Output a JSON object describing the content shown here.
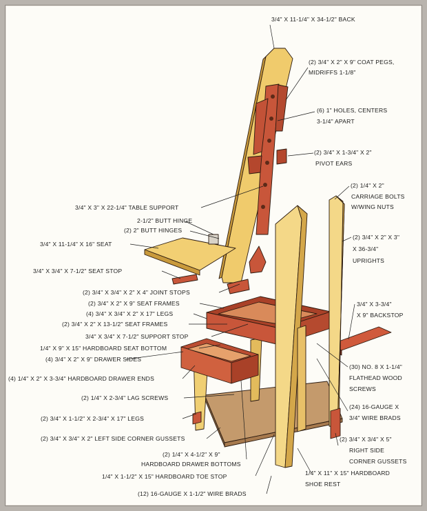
{
  "labels": {
    "back": "3/4\" X 11-1/4\" X 34-1/2\" BACK",
    "coat_pegs_1": "(2) 3/4\" X 2\" X 9\" COAT PEGS,",
    "coat_pegs_2": "MIDRIFFS 1-1/8\"",
    "holes_1": "(6) 1\" HOLES, CENTERS",
    "holes_2": "3-1/4\" APART",
    "pivot_ears_1": "(2) 3/4\" X 1-3/4\" X 2\"",
    "pivot_ears_2": "PIVOT EARS",
    "carriage_bolts_1": "(2) 1/4\" X 2\"",
    "carriage_bolts_2": "CARRIAGE BOLTS",
    "carriage_bolts_3": "W/WING NUTS",
    "table_support": "3/4\" X 3\" X 22-1/4\" TABLE SUPPORT",
    "butt_hinge": "2-1/2\" BUTT HINGE",
    "butt_hinges": "(2) 2\" BUTT HINGES",
    "uprights_1": "(2) 3/4\" X 2\" X 3\"",
    "uprights_2": "X 36-3/4\"",
    "uprights_3": "UPRIGHTS",
    "seat": "3/4\" X 11-1/4\" X 16\" SEAT",
    "seat_stop": "3/4\" X 3/4\" X 7-1/2\" SEAT STOP",
    "joint_stops": "(2) 3/4\" X 3/4\" X 2\" X 4\" JOINT STOPS",
    "seat_frames_9": "(2) 3/4\" X 2\" X 9\" SEAT FRAMES",
    "legs_17": "(4) 3/4\" X 3/4\" X 2\" X 17\" LEGS",
    "seat_frames_13": "(2) 3/4\" X 2\" X 13-1/2\" SEAT FRAMES",
    "support_stop": "3/4\" X 3/4\" X 7-1/2\" SUPPORT STOP",
    "hardboard_seat_bottom": "1/4\" X 9\" X 15\" HARDBOARD SEAT BOTTOM",
    "drawer_sides": "(4) 3/4\" X 2\" X 9\" DRAWER SIDES",
    "drawer_ends": "(4) 1/4\" X 2\" X 3-3/4\" HARDBOARD DRAWER ENDS",
    "lag_screws": "(2) 1/4\" X 2-3/4\" LAG SCREWS",
    "legs_short": "(2) 3/4\" X 1-1/2\" X 2-3/4\" X 17\" LEGS",
    "left_gussets": "(2) 3/4\" X 3/4\" X 2\" LEFT SIDE CORNER GUSSETS",
    "backstop_1": "3/4\" X 3-3/4\"",
    "backstop_2": "X 9\" BACKSTOP",
    "wood_screws_1": "(30) NO. 8 X 1-1/4\"",
    "wood_screws_2": "FLATHEAD WOOD",
    "wood_screws_3": "SCREWS",
    "wire_brads_1": "(24) 16-GAUGE X",
    "wire_brads_2": "3/4\" WIRE BRADS",
    "right_gussets_1": "(2) 3/4\" X 3/4\" X 5\"",
    "right_gussets_2": "RIGHT SIDE",
    "right_gussets_3": "CORNER GUSSETS",
    "drawer_bottoms_1": "(2) 1/4\" X 4-1/2\" X 9\"",
    "drawer_bottoms_2": "HARDBOARD DRAWER BOTTOMS",
    "toe_stop": "1/4\" X 1-1/2\" X 15\" HARDBOARD TOE STOP",
    "shoe_rest_1": "1/4\" X 11\" X 15\" HARDBOARD",
    "shoe_rest_2": "SHOE REST",
    "wire_brads_12": "(12) 16-GAUGE X 1-1/2\" WIRE BRADS"
  },
  "colors": {
    "pine_light": "#f3d98a",
    "pine": "#e8bf5f",
    "pine_dark": "#c99a3c",
    "redwood": "#c8563a",
    "redwood_dark": "#9a3a24",
    "hardboard": "#b98a5e",
    "outline": "#2a1a10"
  }
}
